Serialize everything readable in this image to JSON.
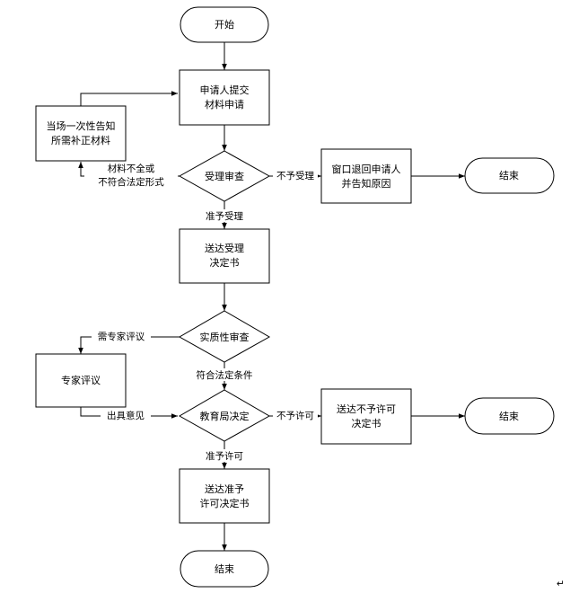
{
  "nodes": {
    "start": "开始",
    "submit": [
      "申请人提交",
      "材料申请"
    ],
    "correct": [
      "当场一次性告知",
      "所需补正材料"
    ],
    "accept_review": "受理审查",
    "window_return": [
      "窗口退回申请人",
      "并告知原因"
    ],
    "end_top": "结束",
    "deliver_accept": [
      "送达受理",
      "决定书"
    ],
    "substantive_review": "实质性审查",
    "expert_review": "专家评议",
    "bureau_decision": "教育局决定",
    "deliver_reject": [
      "送达不予许可",
      "决定书"
    ],
    "end_mid": "结束",
    "deliver_permit": [
      "送达准予",
      "许可决定书"
    ],
    "end_bottom": "结束"
  },
  "edges": {
    "incomplete": [
      "材料不全或",
      "不符合法定形式"
    ],
    "not_accepted": "不予受理",
    "accepted": "准予受理",
    "need_expert": "需专家评议",
    "meets_conditions": "符合法定条件",
    "opinion": "出具意见",
    "not_permitted": "不予许可",
    "permitted": "准予许可"
  },
  "colors": {
    "stroke": "#000000",
    "fill": "#ffffff",
    "text": "#000000"
  },
  "icons": {
    "paragraph_mark": "↵"
  }
}
